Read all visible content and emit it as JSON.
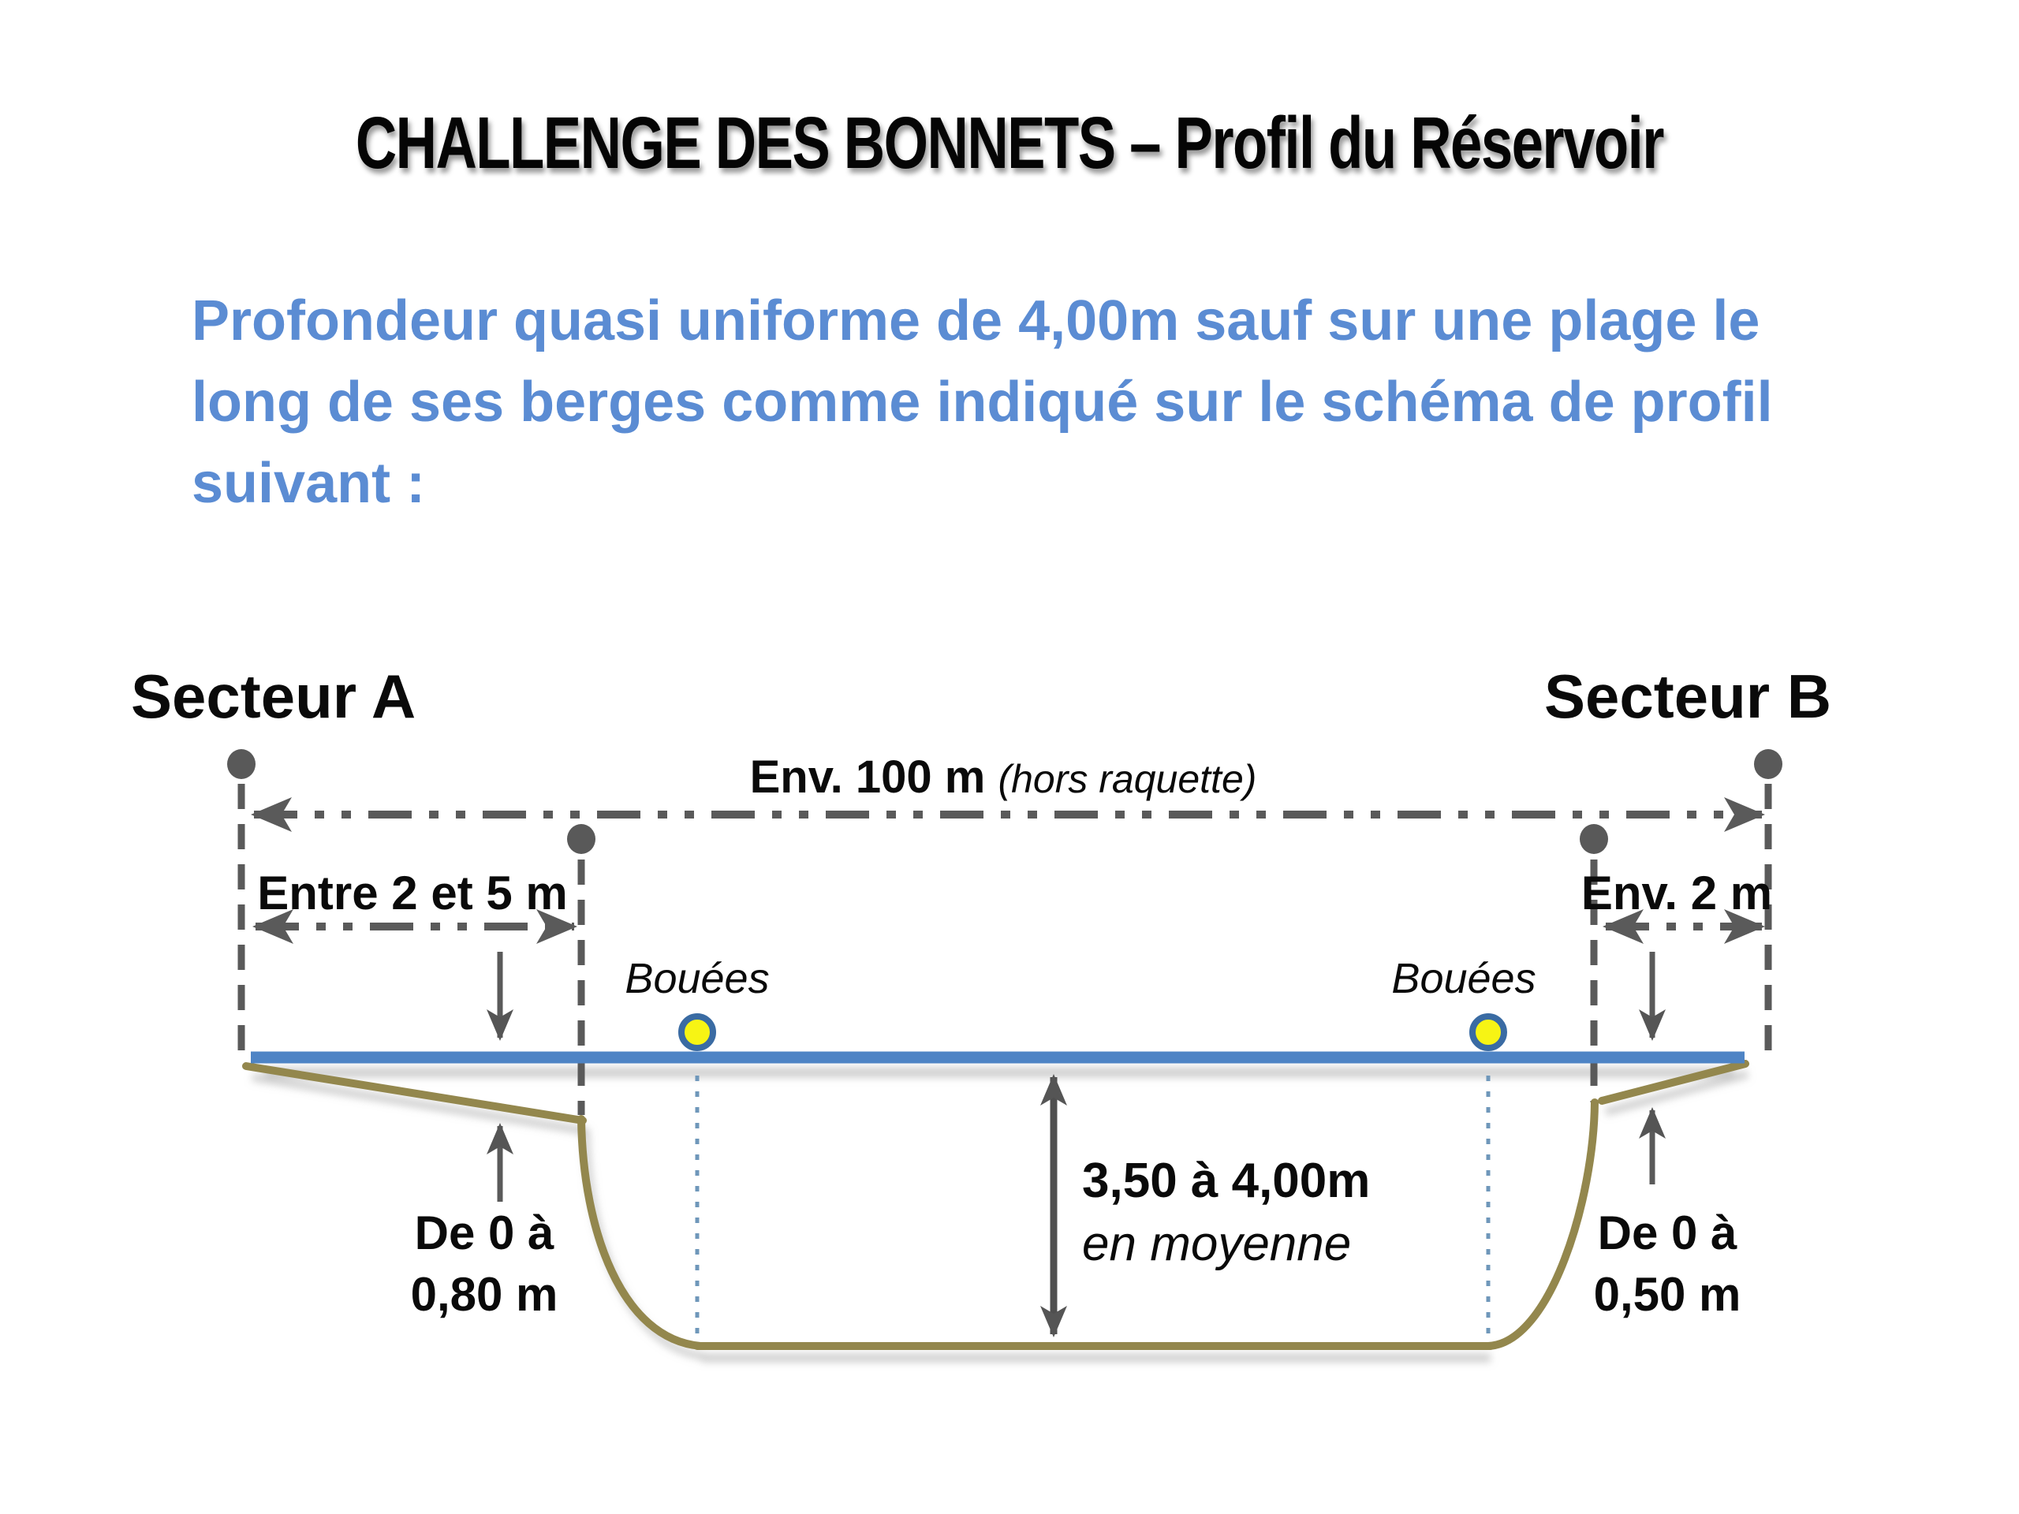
{
  "title": {
    "text": "CHALLENGE DES BONNETS – Profil du Réservoir"
  },
  "intro": {
    "lines": [
      "Profondeur quasi uniforme de 4,00m sauf sur une plage le",
      "long de ses berges comme indiqué sur le schéma de profil",
      "suivant :"
    ],
    "color": "#5b8cd3"
  },
  "sectors": {
    "left": "Secteur A",
    "right": "Secteur B"
  },
  "dimensions": {
    "width_label": "Env. 100 m",
    "width_note": "(hors raquette)",
    "left_beach": "Entre 2 et 5 m",
    "right_beach": "Env. 2 m",
    "depth_main": "3,50  à 4,00m",
    "depth_note": "en moyenne",
    "left_shore_line1": "De 0 à",
    "left_shore_line2": "0,80 m",
    "right_shore_line1": "De 0 à",
    "right_shore_line2": "0,50 m"
  },
  "buoys": {
    "left_label": "Bouées",
    "right_label": "Bouées"
  },
  "colors": {
    "accent_text_blue": "#5b8cd3",
    "water_blue": "#4e84c5",
    "ground_olive": "#93874d",
    "dim_line_gray": "#5a5a5a",
    "arrow_gray": "#4f4f4f",
    "post_dot_gray": "#595959",
    "buoy_fill_yellow": "#f7f414",
    "buoy_ring_blue": "#3a6ba3",
    "guide_dotted_blue": "#6f97ba"
  }
}
